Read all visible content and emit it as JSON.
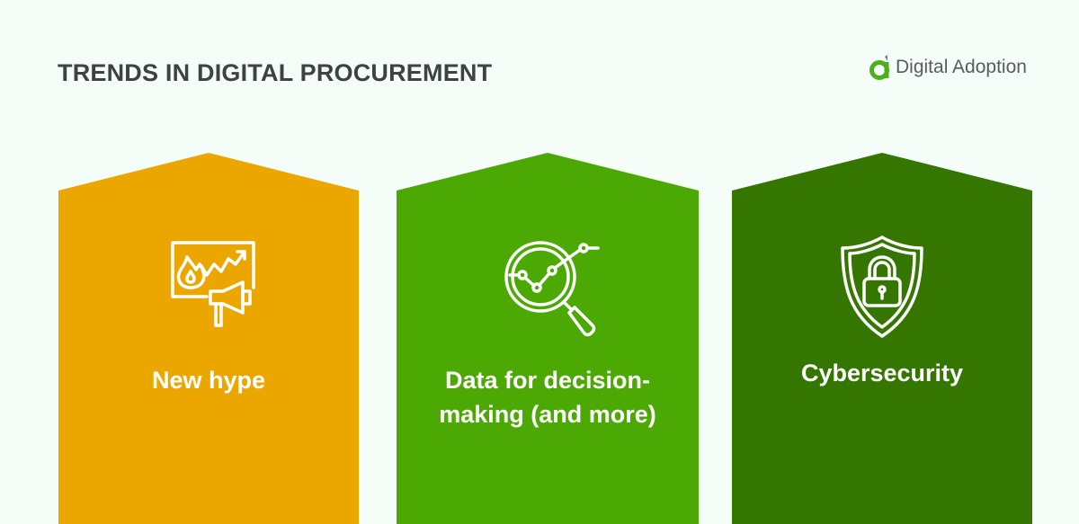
{
  "header": {
    "title": "TRENDS IN DIGITAL PROCUREMENT",
    "logo_text": "Digital Adoption",
    "logo_icon": "digital-adoption-logo-icon"
  },
  "colors": {
    "background": "#f4fdf8",
    "card_1": "#eca600",
    "card_2": "#4ca904",
    "card_3": "#347600",
    "logo_green": "#4caf1c",
    "title": "#3f4142"
  },
  "cards": [
    {
      "label": "New hype",
      "icon": "trending-fire-megaphone-icon",
      "color": "#eca600"
    },
    {
      "label_line1": "Data for decision-",
      "label_line2": "making (and more)",
      "icon": "magnifier-chart-icon",
      "color": "#4ca904"
    },
    {
      "label": "Cybersecurity",
      "icon": "shield-lock-icon",
      "color": "#347600"
    }
  ]
}
